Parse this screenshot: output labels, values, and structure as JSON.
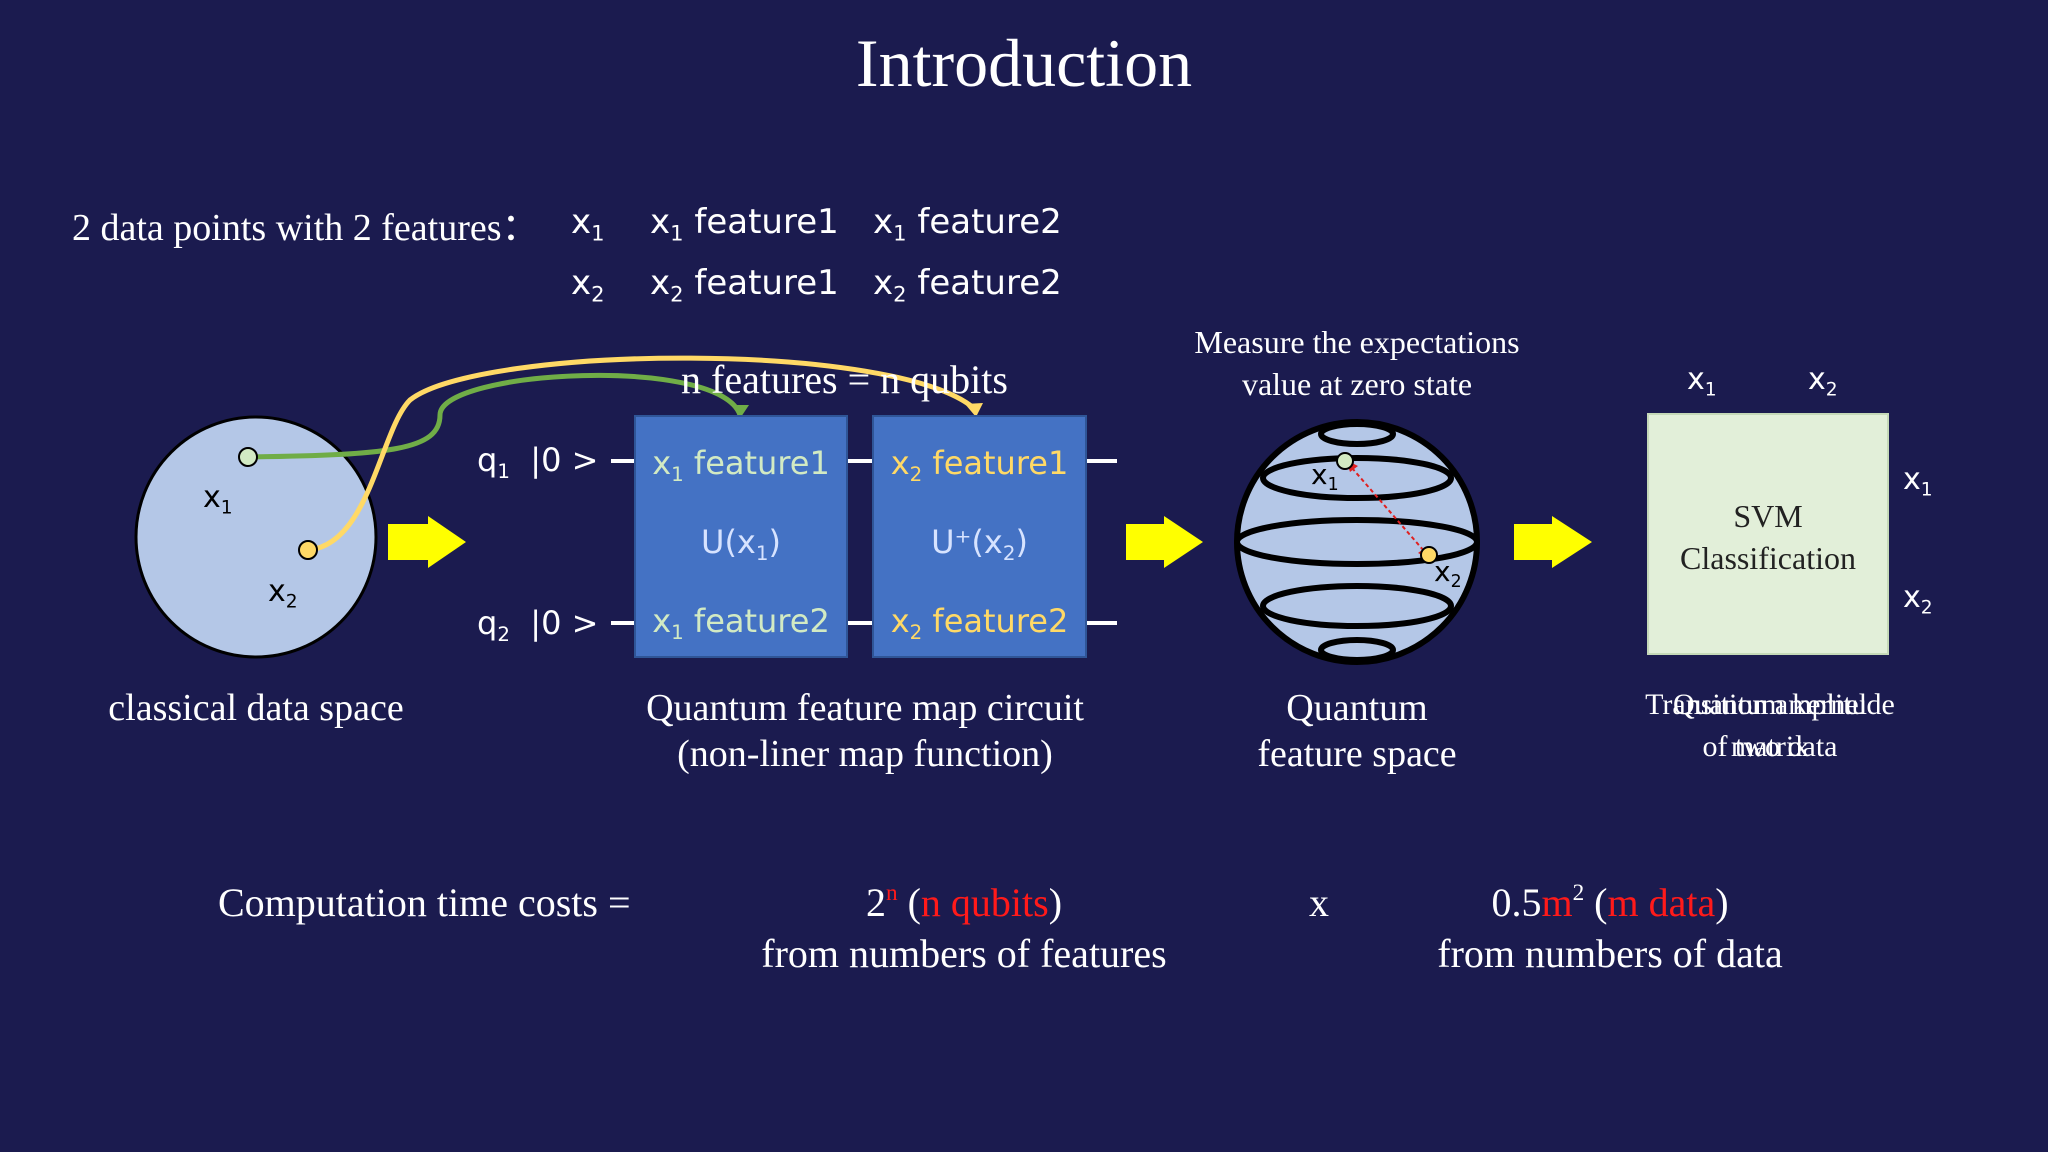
{
  "title": "Introduction",
  "data_points": {
    "label": "2 data points with 2 features：",
    "rows": [
      {
        "point_base": "x",
        "point_sub": "1",
        "f1_base": "x",
        "f1_sub": "1",
        "f1_text": "feature1",
        "f2_base": "x",
        "f2_sub": "1",
        "f2_text": "feature2"
      },
      {
        "point_base": "x",
        "point_sub": "2",
        "f1_base": "x",
        "f1_sub": "2",
        "f1_text": "feature1",
        "f2_base": "x",
        "f2_sub": "2",
        "f2_text": "feature2"
      }
    ]
  },
  "classical": {
    "x1_base": "x",
    "x1_sub": "1",
    "x2_base": "x",
    "x2_sub": "2",
    "caption": "classical data space"
  },
  "circuit": {
    "header": "n features = n qubits",
    "q1_base": "q",
    "q1_sub": "1",
    "q1_state": "|0 >",
    "q2_base": "q",
    "q2_sub": "2",
    "q2_state": "|0 >",
    "gate1": {
      "top_base": "x",
      "top_sub": "1",
      "top_text": "feature1",
      "op": "U(x",
      "op_sub": "1",
      "op_close": ")",
      "bottom_base": "x",
      "bottom_sub": "1",
      "bottom_text": "feature2"
    },
    "gate2": {
      "top_base": "x",
      "top_sub": "2",
      "top_text": "feature1",
      "op": "U⁺(x",
      "op_sub": "2",
      "op_close": ")",
      "bottom_base": "x",
      "bottom_sub": "2",
      "bottom_text": "feature2"
    },
    "caption_line1": "Quantum feature map circuit",
    "caption_line2": "(non-liner map function)"
  },
  "quantum_space": {
    "measure_line1": "Measure the expectations",
    "measure_line2": "value at zero state",
    "x1_base": "x",
    "x1_sub": "1",
    "x2_base": "x",
    "x2_sub": "2",
    "caption_line1": "Quantum",
    "caption_line2": "feature space"
  },
  "kernel": {
    "col1_base": "x",
    "col1_sub": "1",
    "col2_base": "x",
    "col2_sub": "2",
    "row1_base": "x",
    "row1_sub": "1",
    "row2_base": "x",
    "row2_sub": "2",
    "box_line1": "SVM",
    "box_line2": "Classification",
    "caption_a_line1": "Transition amplitude",
    "caption_a_line2": "of two data",
    "caption_b_line1": "Quantum kernel",
    "caption_b_line2": "matrix"
  },
  "cost": {
    "label": "Computation time costs =",
    "term1_base": "2",
    "term1_exp": "n",
    "term1_paren_open": "(",
    "term1_red": "n qubits",
    "term1_paren_close": ")",
    "term1_sub": "from numbers of features",
    "times": "x",
    "term2_base": "0.5",
    "term2_red_var": "m",
    "term2_exp": "2",
    "term2_paren_open": "(",
    "term2_red": "m data",
    "term2_paren_close": ")",
    "term2_sub": "from numbers of data"
  },
  "colors": {
    "background": "#1b1b4f",
    "gate_fill": "#4472c4",
    "arrow": "#ffff00",
    "sphere": "#b4c7e7",
    "point_green": "#d2eac3",
    "point_gold": "#ffd966",
    "curve_green": "#70ad47",
    "curve_gold": "#ffd966",
    "matrix_fill": "#e2efd9",
    "red_text": "#ff1a1a"
  }
}
